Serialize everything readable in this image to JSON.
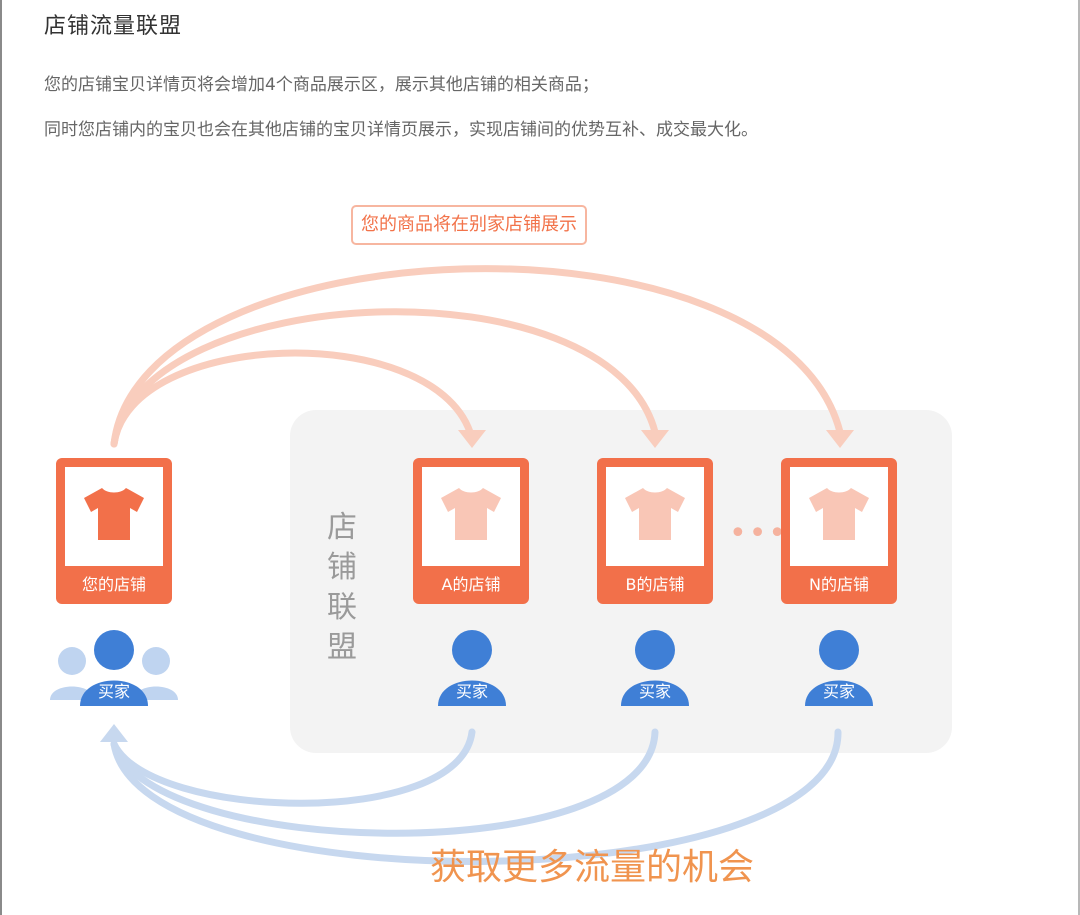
{
  "header": {
    "title": "店铺流量联盟"
  },
  "description": {
    "line1": "您的店铺宝贝详情页将会增加4个商品展示区，展示其他店铺的相关商品；",
    "line2": "同时您店铺内的宝贝也会在其他店铺的宝贝详情页展示，实现店铺间的优势互补、成交最大化。"
  },
  "diagram": {
    "top_caption": "您的商品将在别家店铺展示",
    "league_label": "店铺联盟",
    "shops": [
      {
        "label": "您的店铺"
      },
      {
        "label": "A的店铺"
      },
      {
        "label": "B的店铺"
      },
      {
        "label": "N的店铺"
      }
    ],
    "ellipsis": "•••",
    "buyer_label": "买家",
    "bottom_caption": "获取更多流量的机会"
  },
  "colors": {
    "orange": "#f2704a",
    "tshirt_primary": "#f2704a",
    "tshirt_faded": "#f9c6b6",
    "arrow_orange": "#f9cdbd",
    "arrow_blue": "#c7d8ef",
    "buyer_blue": "#3f7fd6",
    "buyer_light": "#bfd4f0"
  },
  "icons": {
    "shop_product": "tshirt-icon",
    "buyer": "person-icon"
  }
}
